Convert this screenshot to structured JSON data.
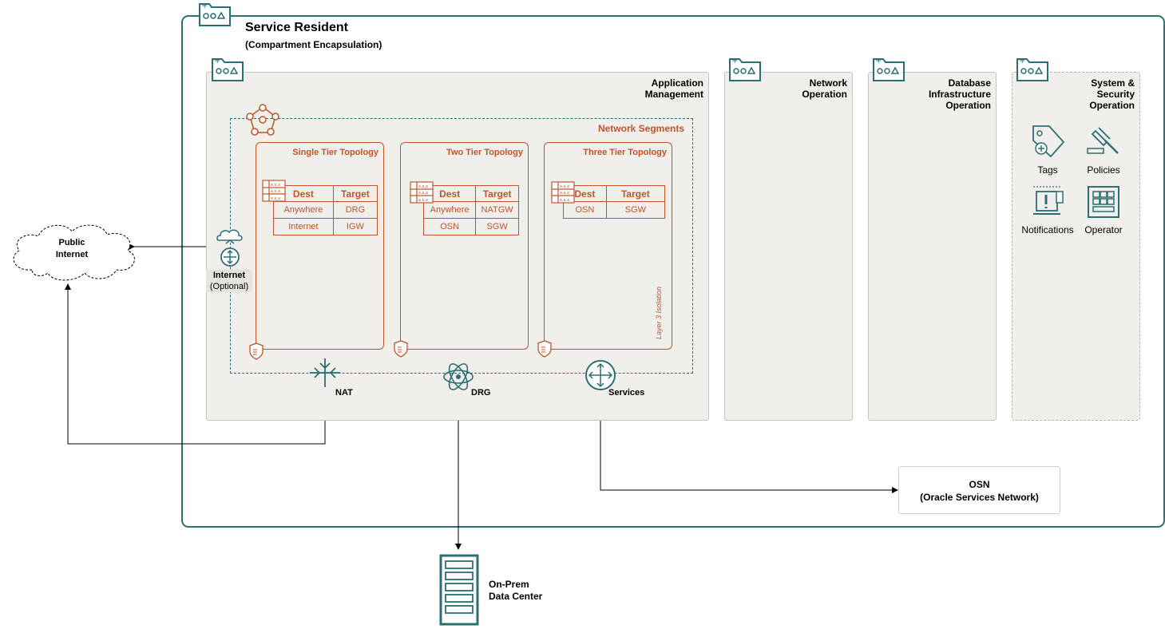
{
  "service_resident": {
    "title": "Service Resident",
    "subtitle": "(Compartment Encapsulation)"
  },
  "compartments": {
    "application": {
      "line1": "Application",
      "line2": "Management"
    },
    "network": {
      "line1": "Network",
      "line2": "Operation"
    },
    "database": {
      "line1": "Database",
      "line2": "Infrastructure",
      "line3": "Operation"
    },
    "system": {
      "line1": "System &",
      "line2": "Security",
      "line3": "Operation"
    }
  },
  "network_segments": {
    "label": "Network Segments",
    "isolation": "Layer 3 Isolation"
  },
  "topologies": [
    {
      "title": "Single Tier Topology",
      "headers": [
        "Dest",
        "Target"
      ],
      "rows": [
        [
          "Anywhere",
          "DRG"
        ],
        [
          "Internet",
          "IGW"
        ]
      ]
    },
    {
      "title": "Two Tier Topology",
      "headers": [
        "Dest",
        "Target"
      ],
      "rows": [
        [
          "Anywhere",
          "NATGW"
        ],
        [
          "OSN",
          "SGW"
        ]
      ]
    },
    {
      "title": "Three Tier Topology",
      "headers": [
        "Dest",
        "Target"
      ],
      "rows": [
        [
          "OSN",
          "SGW"
        ]
      ]
    }
  ],
  "gateways": {
    "internet": {
      "line1": "Internet",
      "line2": "(Optional)"
    },
    "nat": "NAT",
    "drg": "DRG",
    "services": "Services"
  },
  "security_items": {
    "tags": "Tags",
    "policies": "Policies",
    "notifications": "Notifications",
    "operator": "Operator"
  },
  "public_internet": {
    "line1": "Public",
    "line2": "Internet"
  },
  "osn": {
    "line1": "OSN",
    "line2": "(Oracle Services Network)"
  },
  "onprem": {
    "line1": "On-Prem",
    "line2": "Data Center"
  },
  "colors": {
    "teal": "#2b6f73",
    "orange": "#c0552b",
    "compartment_bg": "#f1efeb"
  },
  "icons": [
    "compartment-icon",
    "network-segments-icon",
    "internet-gateway-icon",
    "nat-gateway-icon",
    "drg-icon",
    "service-gateway-icon",
    "security-list-icon",
    "route-table-icon",
    "tag-icon",
    "policy-gavel-icon",
    "notifications-icon",
    "operator-console-icon",
    "server-rack-icon",
    "cloud-icon"
  ]
}
